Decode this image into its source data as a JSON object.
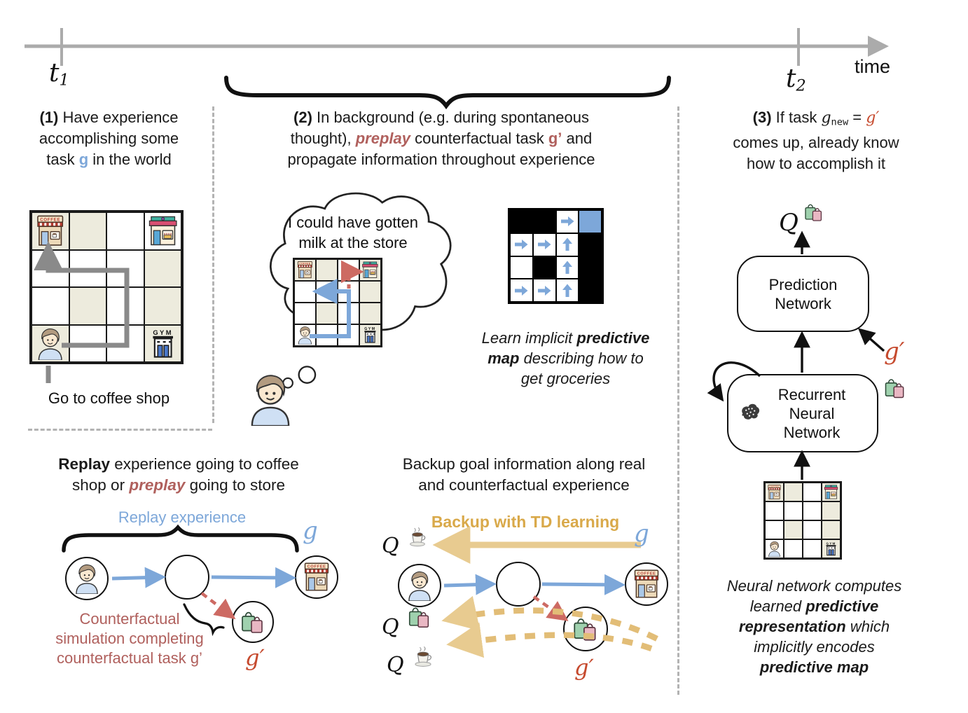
{
  "timeline": {
    "t1": "t",
    "t1_sub": "1",
    "t2": "t",
    "t2_sub": "2",
    "axis_label": "time"
  },
  "panel1": {
    "num": "(1)",
    "line1_rest": " Have experience",
    "line2": "accomplishing some",
    "line3_pre": "task ",
    "g": "g",
    "line3_post": " in the world",
    "grid": [
      [
        "coffee|b",
        "|b",
        "|w",
        "store|w"
      ],
      [
        "|w",
        "|w",
        "|w",
        "|b"
      ],
      [
        "|w",
        "|b",
        "|w",
        "|b"
      ],
      [
        "person|b",
        "|w",
        "|w",
        "gym|b"
      ]
    ],
    "caption": "Go to coffee shop"
  },
  "panel2": {
    "num": "(2)",
    "line1_rest": " In background (e.g. during spontaneous",
    "line2_a": "thought), ",
    "preplay": "preplay",
    "line2_b": " counterfactual task ",
    "g_prime": "g’",
    "line2_c": " and",
    "line3": "propagate information throughout experience",
    "bubble_line1": "I could have gotten",
    "bubble_line2": "milk at the store",
    "thought_grid": [
      [
        "coffee|b",
        "|b",
        "|w",
        "store|b"
      ],
      [
        "|w",
        "|w",
        "|w",
        "|b"
      ],
      [
        "|w",
        "|b",
        "|w",
        "|b"
      ],
      [
        "person|w",
        "|w",
        "|w",
        "gym|b"
      ]
    ],
    "pmap_grid": [
      [
        "black",
        "black",
        "right",
        "goal"
      ],
      [
        "right",
        "right",
        "up",
        "black"
      ],
      [
        "empty",
        "black",
        "up",
        "black"
      ],
      [
        "right",
        "right",
        "up",
        "black"
      ]
    ],
    "cap_line1_a": "Learn implicit ",
    "cap_line1_b": "predictive",
    "cap_line2_a": "map",
    "cap_line2_b": " describing how to",
    "cap_line3": "get groceries"
  },
  "panel3": {
    "num": "(3)",
    "line1_a": " If task ",
    "g": "g",
    "g_sub": "new",
    "eq": "=",
    "g_prime": "g′",
    "line2": "comes up, already know",
    "line3": "how to accomplish it",
    "q_label": "Q",
    "prediction_line1": "Prediction",
    "prediction_line2": "Network",
    "g_prime_label": "g′",
    "rnn_line1": "Recurrent",
    "rnn_line2": "Neural",
    "rnn_line3": "Network",
    "grid": [
      [
        "coffee|b",
        "|b",
        "|w",
        "store|b"
      ],
      [
        "|w",
        "|w",
        "|w",
        "|b"
      ],
      [
        "|w",
        "|b",
        "|w",
        "|b"
      ],
      [
        "person|w",
        "|w",
        "|w",
        "gym|b"
      ]
    ],
    "cap_line1": "Neural network computes",
    "cap_line2_a": "learned ",
    "cap_line2_b": "predictive",
    "cap_line3_a": "representation",
    "cap_line3_b": " which",
    "cap_line4": "implicitly encodes",
    "cap_line5": "predictive map"
  },
  "replay_section": {
    "h_line1_a": "Replay",
    "h_line1_b": " experience going to coffee",
    "h_line2_a": "shop or ",
    "h_line2_b": "preplay",
    "h_line2_c": " going to store",
    "replay_label": "Replay experience",
    "g": "g",
    "cf_line1": "Counterfactual",
    "cf_line2": "simulation completing",
    "cf_line3": "counterfactual task g’",
    "g_prime": "g′"
  },
  "backup_section": {
    "h_line1": "Backup goal information along real",
    "h_line2": "and counterfactual experience",
    "backup_label": "Backup with TD learning",
    "q1": "Q",
    "q2": "Q",
    "q3": "Q",
    "g": "g",
    "g_prime": "g′"
  },
  "colors": {
    "blue": "#7da7d9",
    "brick": "#b0605d",
    "vermilion": "#c64a2e",
    "gold_text": "#d9a94a",
    "gold_arrow": "#e8cb90",
    "beige": "#edebdd",
    "path_gray": "#8a8a8a",
    "timeline_gray": "#ababab"
  }
}
